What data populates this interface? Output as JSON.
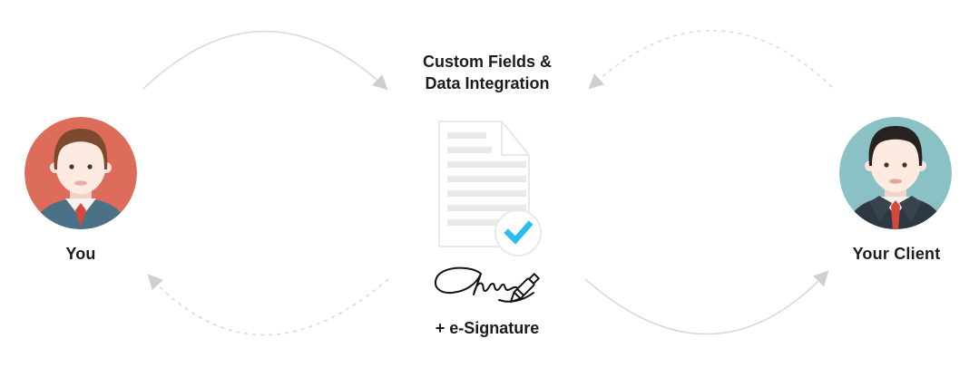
{
  "diagram": {
    "left_actor": {
      "label": "You"
    },
    "right_actor": {
      "label": "Your Client"
    },
    "center": {
      "title_line1": "Custom Fields &",
      "title_line2": "Data Integration",
      "caption": "+ e-Signature"
    },
    "arrows": {
      "you_to_document": {
        "style": "solid",
        "from": "You",
        "to": "Document"
      },
      "client_to_document": {
        "style": "dashed",
        "from": "Your Client",
        "to": "Document"
      },
      "document_to_you": {
        "style": "dashed",
        "from": "Document",
        "to": "You"
      },
      "document_to_client": {
        "style": "solid",
        "from": "Document",
        "to": "Your Client"
      }
    },
    "colors": {
      "left_avatar_bg": "#de6c5b",
      "right_avatar_bg": "#8ac1c4",
      "arrow_line": "#d8d8d8",
      "arrowhead": "#cfcfcf",
      "check": "#2bbcee",
      "document_outline": "#e9e9e9",
      "tie": "#d6483c",
      "signature_ink": "#141414",
      "text": "#1c1c1c"
    },
    "icons": {
      "document": "document-icon",
      "check": "checkmark-icon",
      "signature": "signature-icon",
      "pen": "pen-icon"
    }
  }
}
